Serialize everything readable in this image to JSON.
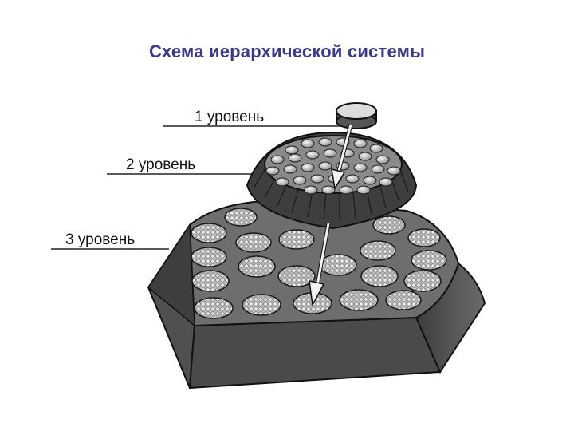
{
  "title": "Схема иерархической системы",
  "levels": [
    {
      "label": "1 уровень"
    },
    {
      "label": "2 уровень"
    },
    {
      "label": "3 уровень"
    }
  ],
  "colors": {
    "title": "#3a3a8c",
    "block_dark": "#4a4a4a",
    "block_top": "#7a7a7a",
    "disk_face": "#9a9a9a",
    "cell": "#d8d8d8"
  }
}
